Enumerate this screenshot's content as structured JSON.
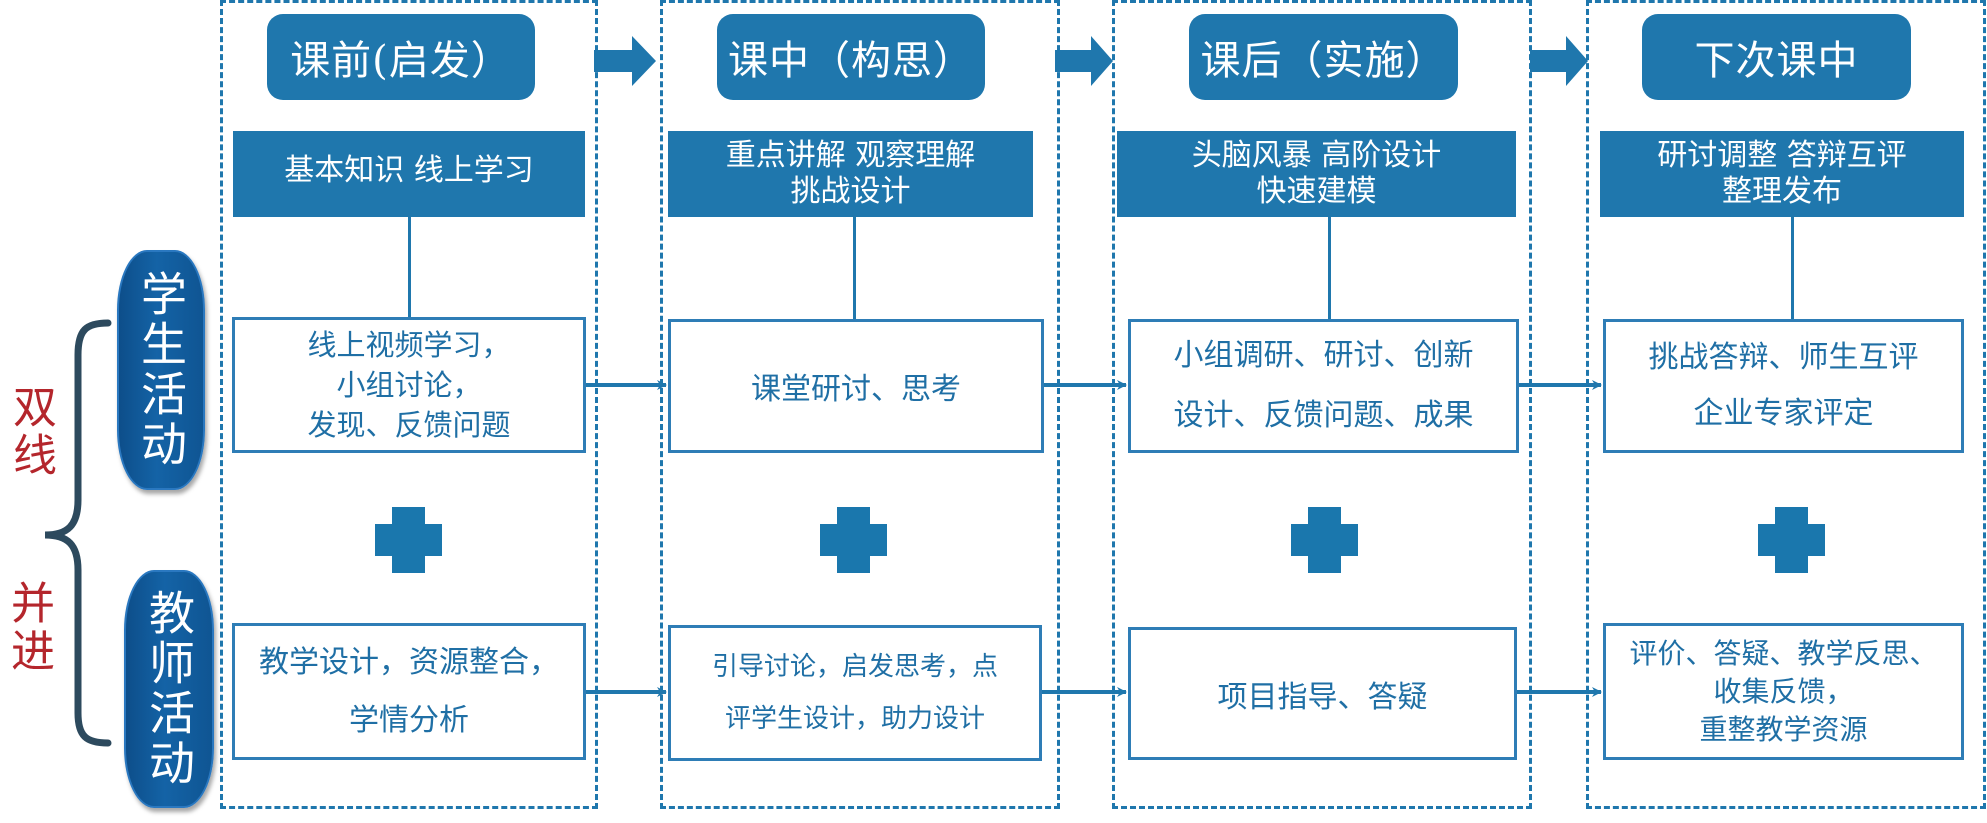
{
  "diagram": {
    "colors": {
      "primary_blue": "#1f77ad",
      "box_text": "#1f6fa5",
      "pill_blue": "#0f5593",
      "side_label_red": "#b4262c",
      "brace": "#2d4a5e"
    },
    "side_labels": {
      "top": "双线",
      "bottom": "并进"
    },
    "roles": {
      "student": "学生活动",
      "teacher": "教师活动"
    },
    "stages": [
      {
        "title": "课前(启发）",
        "summary": "基本知识 线上学习",
        "student_activity": "线上视频学习，\n小组讨论，\n发现、反馈问题",
        "teacher_activity": "教学设计，资源整合，\n学情分析"
      },
      {
        "title": "课中（构思）",
        "summary": "重点讲解   观察理解\n挑战设计",
        "student_activity": "课堂研讨、思考",
        "teacher_activity": "引导讨论，启发思考，点\n评学生设计，助力设计"
      },
      {
        "title": "课后（实施）",
        "summary": "头脑风暴  高阶设计\n快速建模",
        "student_activity": "小组调研、研讨、创新\n设计、反馈问题、成果",
        "teacher_activity": "项目指导、答疑"
      },
      {
        "title": "下次课中",
        "summary": "研讨调整  答辩互评\n整理发布",
        "student_activity": "挑战答辩、师生互评\n企业专家评定",
        "teacher_activity": "评价、答疑、教学反思、\n收集反馈，\n重整教学资源"
      }
    ]
  }
}
